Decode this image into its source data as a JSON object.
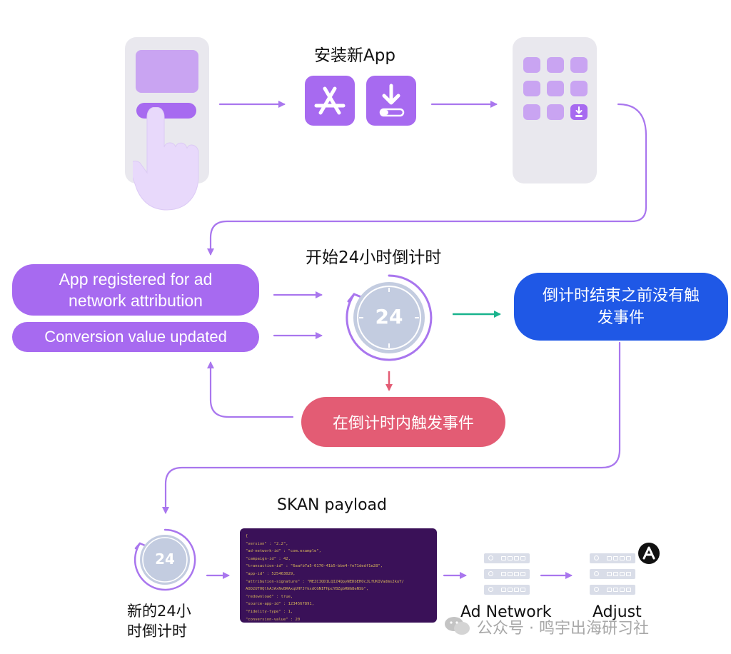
{
  "labels": {
    "install_app": "安装新App",
    "start_countdown": "开始24小时倒计时",
    "skan_payload": "SKAN payload",
    "new_countdown_line1": "新的24小",
    "new_countdown_line2": "时倒计时",
    "ad_network": "Ad Network",
    "adjust": "Adjust"
  },
  "pills": {
    "registered_line1": "App registered for ad",
    "registered_line2": "network attribution",
    "conversion_updated": "Conversion value updated",
    "no_trigger_line1": "倒计时结束之前没有触",
    "no_trigger_line2": "发事件",
    "triggered": "在倒计时内触发事件"
  },
  "timers": {
    "main": "24",
    "new": "24"
  },
  "payload_lines": [
    "{",
    "\"version\" : \"2.2\",",
    "\"ad-network-id\" : \"com.example\",",
    "\"campaign-id\" : 42,",
    "\"transaction-id\" : \"6aafb7a5-0170-41b5-bbe4-fe71dedf1e28\",",
    "\"app-id\" : 525463029,",
    "\"attribution-signature\" : \"MEZCIQD1LQIZ4QpyNEDbEHOcJLfUKIVadms2kuY/",
    "AOD2UT0QlhAJAxNvBRAxqUHYJfkxdCGNIFHpcYBZgbRNG8eNSb\",",
    "\"redownload\" : true,",
    "\"source-app-id\" : 1234567891,",
    "\"fidelity-type\" : 1,",
    "\"conversion-value\" : 20",
    "}"
  ],
  "watermark": "公众号 · 鸣宇出海研习社",
  "icons": [
    "tap-hand-icon",
    "app-store-icon",
    "download-icon",
    "timer-icon",
    "server-icon",
    "adjust-logo-icon",
    "wechat-icon"
  ],
  "colors": {
    "accent_purple": "#a76af0",
    "arrow_purple": "#a976ee",
    "blue": "#1f58e6",
    "red": "#e35c74",
    "green": "#19b38d",
    "payload_bg": "#3a1158"
  }
}
